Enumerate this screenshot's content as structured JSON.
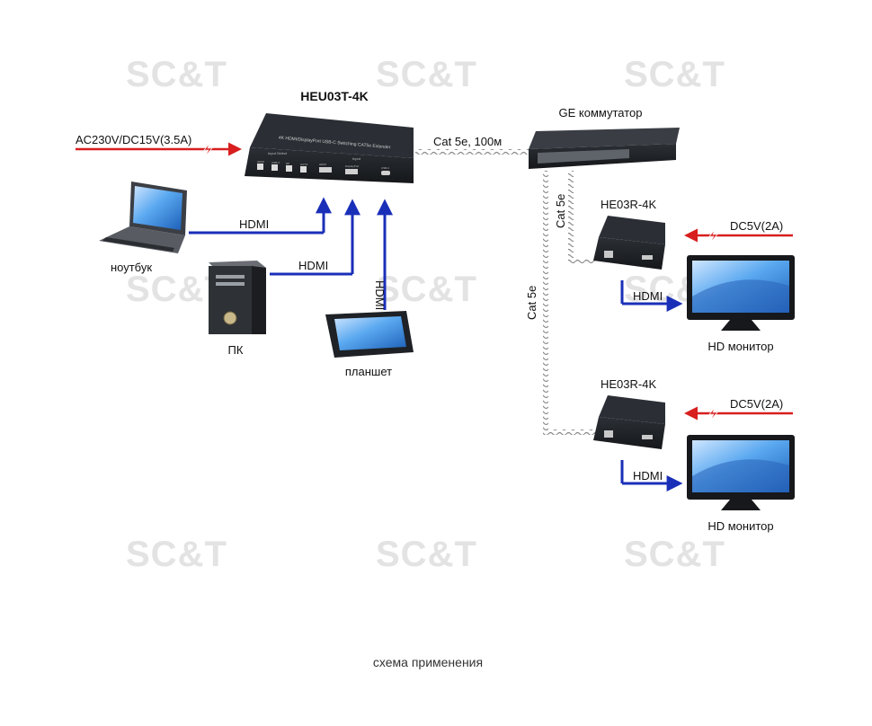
{
  "watermark": "SC&T",
  "caption": "схема применения",
  "transmitter": {
    "title": "HEU03T-4K",
    "power_label": "AC230V/DC15V(3.5A)",
    "panel_caption": "4K HDMI/DisplayPort USB-C Switching CAT5e Extender",
    "selector_caption": "Input Select",
    "button_labels": [
      "HDMI",
      "USB-C",
      "DP",
      "AUTO"
    ],
    "inputs_caption": "Input",
    "port_labels": [
      "HDMI",
      "DisplayPort",
      "USB-C"
    ]
  },
  "sources": [
    {
      "name": "ноутбук",
      "link": "HDMI"
    },
    {
      "name": "ПК",
      "link": "HDMI"
    },
    {
      "name": "планшет",
      "link": "HDMI"
    }
  ],
  "uplink_label": "Cat 5e, 100м",
  "switch": {
    "name": "GE коммутатор"
  },
  "drops": [
    "Cat 5e",
    "Cat 5e"
  ],
  "receivers": [
    {
      "model": "HE03R-4K",
      "power": "DC5V(2A)",
      "link": "HDMI",
      "display": "HD монитор"
    },
    {
      "model": "HE03R-4K",
      "power": "DC5V(2A)",
      "link": "HDMI",
      "display": "HD монитор"
    }
  ],
  "colors": {
    "hdmi_arrow": "#1a2fb8",
    "power_arrow": "#d81e1e",
    "cable": "#8a8a8a",
    "device_body": "#1d2024"
  }
}
